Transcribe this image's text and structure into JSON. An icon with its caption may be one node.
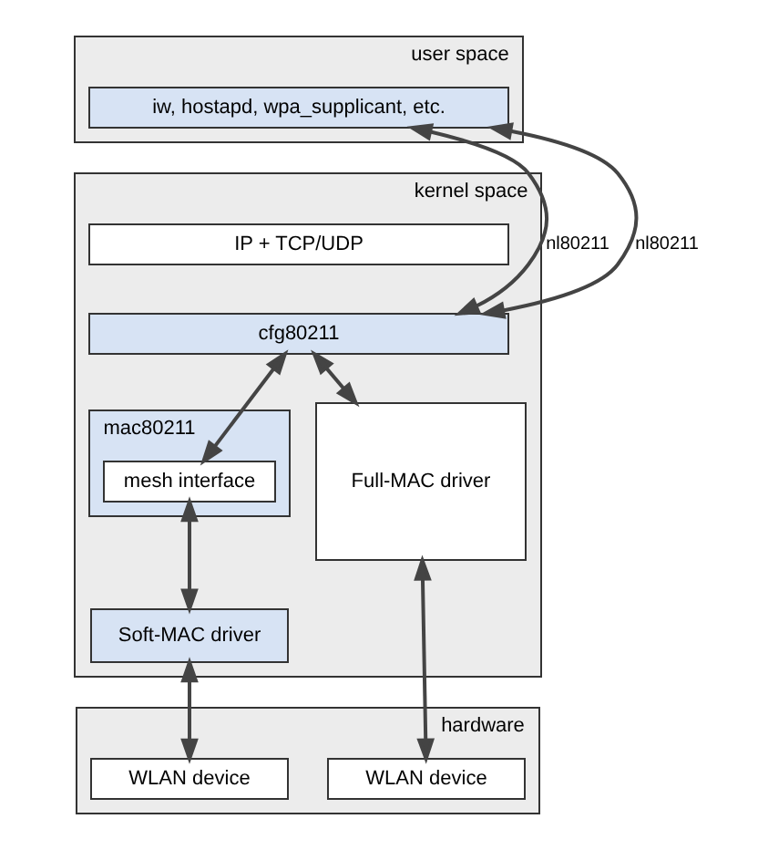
{
  "diagram": {
    "nodes": [
      {
        "text": [
          "user space"
        ]
      },
      {
        "text": [
          "iw, hostapd, wpa_supplicant, etc."
        ],
        "in": 0
      },
      {
        "text": [
          "kernel space"
        ]
      },
      {
        "text": [
          "IP + TCP/UDP"
        ],
        "in": 2
      },
      {
        "text": [
          "cfg80211"
        ],
        "in": 2
      },
      {
        "text": [
          "mac80211"
        ],
        "in": 2
      },
      {
        "text": [
          "mesh interface"
        ],
        "in": 5
      },
      {
        "text": [
          "Full-MAC driver"
        ],
        "in": 2
      },
      {
        "text": [
          "Soft-MAC driver"
        ],
        "in": 2
      },
      {
        "text": [
          "hardware"
        ]
      },
      {
        "text": [
          "WLAN device"
        ],
        "in": 9
      },
      {
        "text": [
          "WLAN device"
        ],
        "in": 9
      }
    ],
    "edges": [
      {
        "from": 1,
        "to": 4,
        "arrow": "both",
        "label": "nl80211"
      },
      {
        "from": 1,
        "to": 4,
        "arrow": "both",
        "label": "nl80211"
      },
      {
        "from": 4,
        "to": 7,
        "arrow": "both"
      },
      {
        "from": 4,
        "to": 6,
        "arrow": "both"
      },
      {
        "from": 6,
        "to": 8,
        "arrow": "both"
      },
      {
        "from": 7,
        "to": 10,
        "arrow": "both"
      },
      {
        "from": 8,
        "to": 11,
        "arrow": "both"
      }
    ]
  }
}
